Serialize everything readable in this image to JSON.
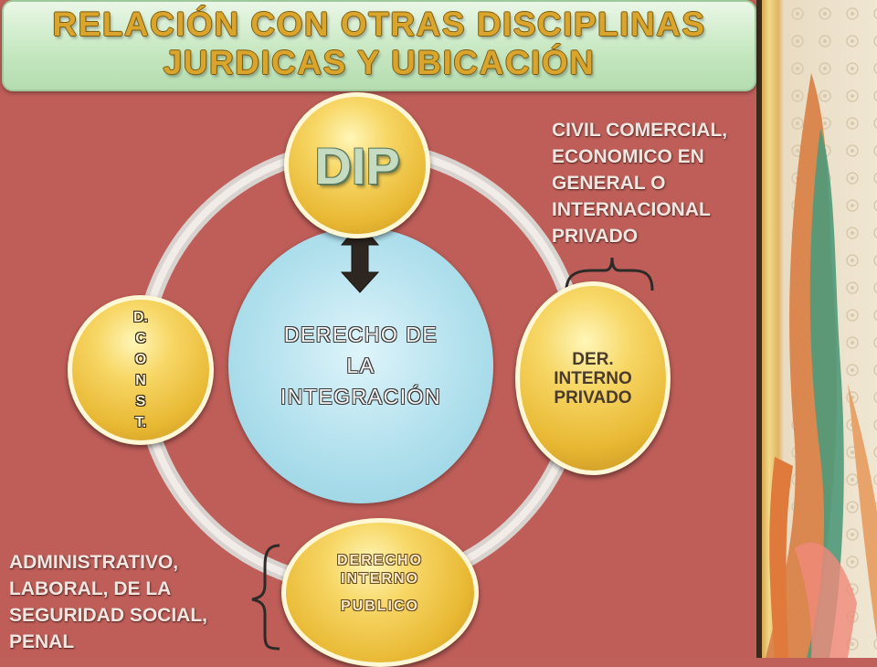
{
  "title": {
    "line1": "RELACIÓN CON OTRAS DISCIPLINAS",
    "line2": "JURDICAS Y UBICACIÓN"
  },
  "notes": {
    "top_right": "CIVIL COMERCIAL, ECONOMICO  EN GENERAL O INTERNACIONAL PRIVADO",
    "bottom_left": "ADMINISTRATIVO, LABORAL, DE LA SEGURIDAD SOCIAL, PENAL"
  },
  "diagram": {
    "center": "DERECHO DE LA INTEGRACIÓN",
    "top_node": "DIP",
    "right_node": "DER. INTERNO PRIVADO",
    "bottom_node_line1": "DERECHO INTERNO",
    "bottom_node_line2": "PUBLICO",
    "left_node": "D.\nC\nO\nN\nS\nT."
  },
  "colors": {
    "background": "#bf5e59",
    "node_gold": "#e8b833",
    "center_blue": "#b7e3ef",
    "title_green": "#c7e8c2",
    "title_text": "#d9a52c"
  }
}
